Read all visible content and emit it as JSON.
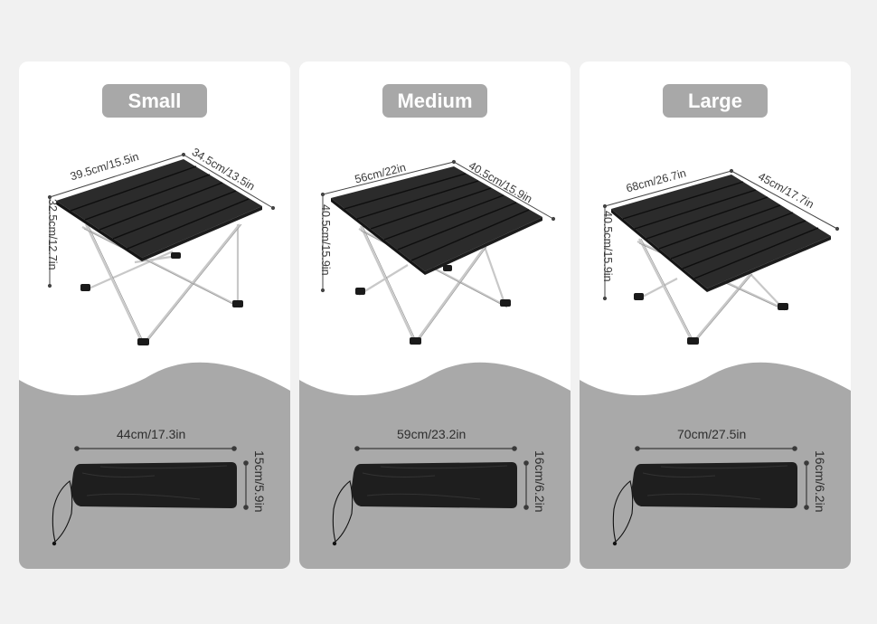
{
  "cards": [
    {
      "size": "Small",
      "table": {
        "length": "39.5cm/15.5in",
        "width": "34.5cm/13.5in",
        "height": "32.5cm/12.7in"
      },
      "bag": {
        "length": "44cm/17.3in",
        "diameter": "15cm/5.9in"
      }
    },
    {
      "size": "Medium",
      "table": {
        "length": "56cm/22in",
        "width": "40.5cm/15.9in",
        "height": "40.5cm/15.9in"
      },
      "bag": {
        "length": "59cm/23.2in",
        "diameter": "16cm/6.2in"
      }
    },
    {
      "size": "Large",
      "table": {
        "length": "68cm/26.7in",
        "width": "45cm/17.7in",
        "height": "40.5cm/15.9in"
      },
      "bag": {
        "length": "70cm/27.5in",
        "diameter": "16cm/6.2in"
      }
    }
  ],
  "colors": {
    "page_background": "#f1f1f1",
    "card_background": "#ffffff",
    "label_pill": "#a8a8a8",
    "wave_band": "#a9a9a9",
    "table_top": "#2a2a2a",
    "bag": "#1e1e1e"
  }
}
